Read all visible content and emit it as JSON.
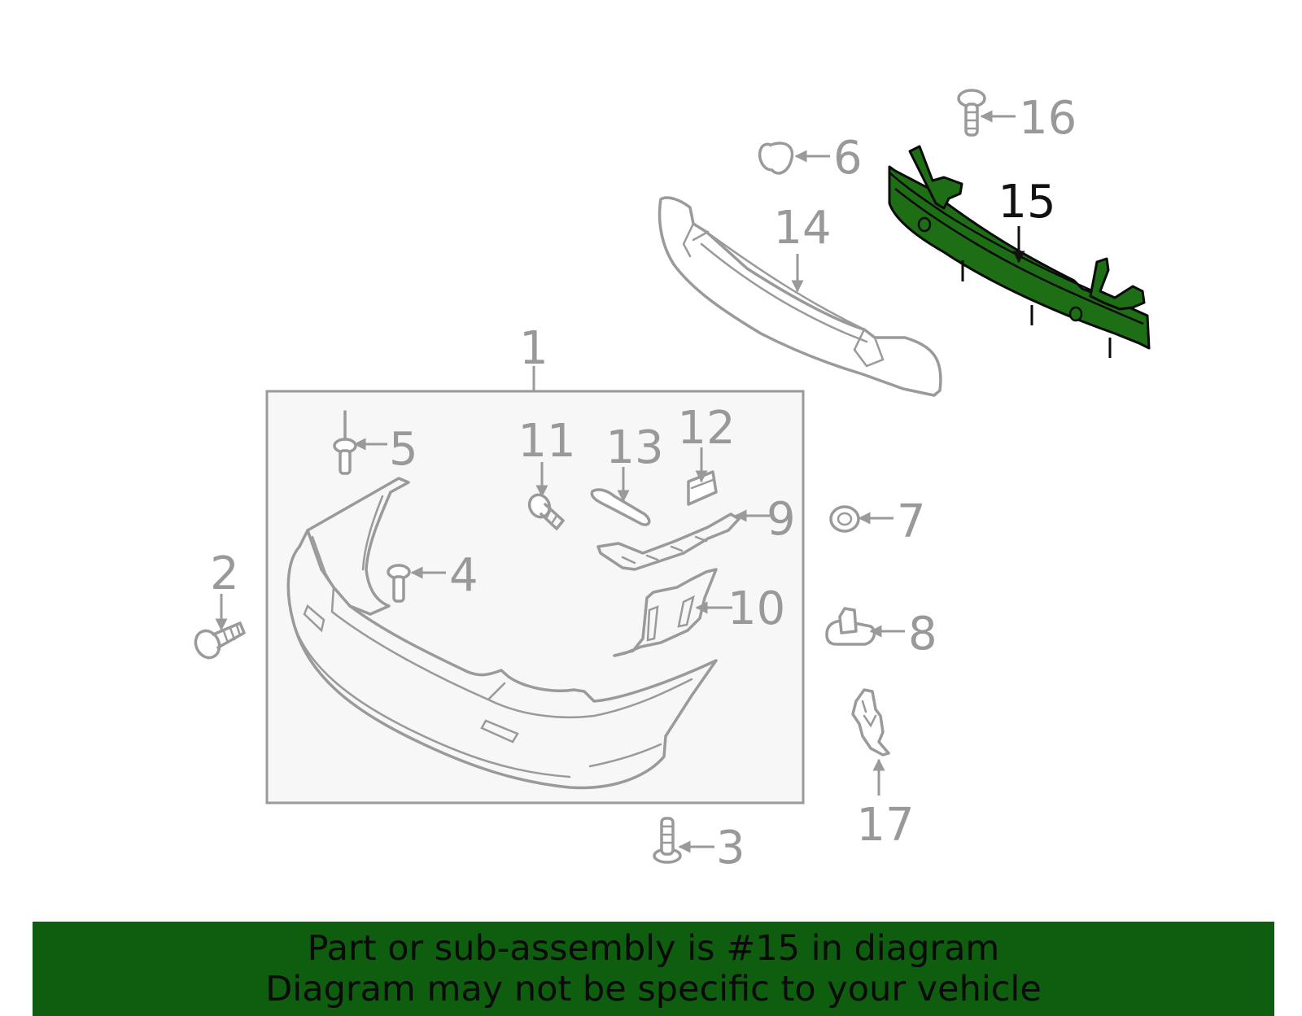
{
  "callouts": {
    "c1": "1",
    "c2": "2",
    "c3": "3",
    "c4": "4",
    "c5": "5",
    "c6": "6",
    "c7": "7",
    "c8": "8",
    "c9": "9",
    "c10": "10",
    "c11": "11",
    "c12": "12",
    "c13": "13",
    "c14": "14",
    "c15": "15",
    "c16": "16",
    "c17": "17"
  },
  "highlight_part": "15",
  "colors": {
    "highlight_fill": "#1d6e14",
    "banner_bg": "#0f5d0f",
    "line_gray": "#9a9a9a",
    "panel_bg": "#f7f7f7"
  },
  "banner": {
    "line1": "Part or sub-assembly is #15 in diagram",
    "line2": "Diagram may not be specific to your vehicle"
  }
}
